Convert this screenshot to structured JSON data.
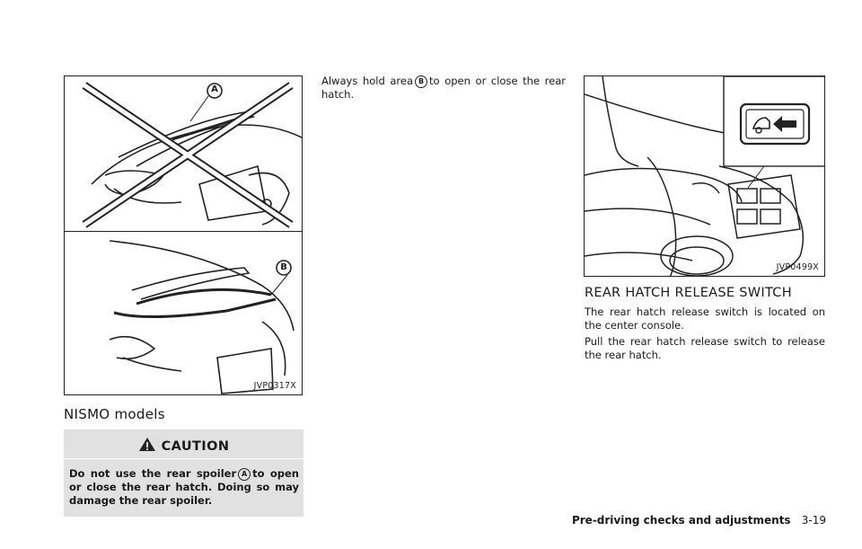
{
  "left_figure": {
    "code": "JVP0317X",
    "label_a": "A",
    "label_b": "B"
  },
  "nismo": {
    "heading": "NISMO models"
  },
  "caution": {
    "title": "CAUTION",
    "text_before": "Do not use the rear spoiler",
    "marker": "A",
    "text_after": "to open or close the rear hatch. Doing so may damage the rear spoiler."
  },
  "hold": {
    "text_before": "Always hold area",
    "marker": "B",
    "text_after": "to open or close the rear hatch."
  },
  "right_figure": {
    "code": "JVP0499X"
  },
  "release": {
    "heading": "REAR HATCH RELEASE SWITCH",
    "para1": "The rear hatch release switch is located on the center console.",
    "para2": "Pull the rear hatch release switch to release the rear hatch."
  },
  "footer": {
    "section": "Pre-driving checks and adjustments",
    "page": "3-19"
  },
  "colors": {
    "caution_bg": "#e1e1e1",
    "text": "#1a1a1a"
  }
}
